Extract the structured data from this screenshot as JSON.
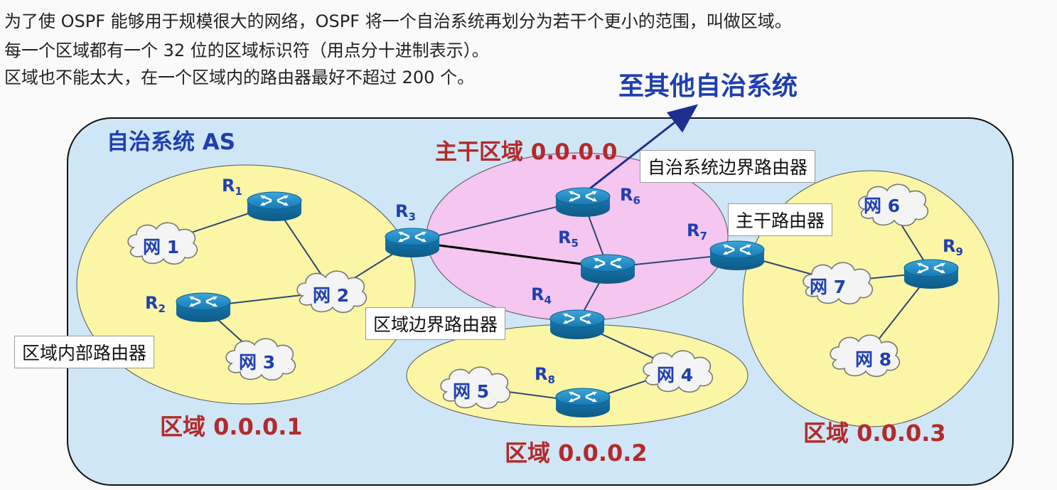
{
  "intro": {
    "line1": "为了使 OSPF 能够用于规模很大的网络，OSPF 将一个自治系统再划分为若干个更小的范围，叫做区域。",
    "line2": "每一个区域都有一个 32 位的区域标识符（用点分十进制表示）。",
    "line3": "区域也不能太大，在一个区域内的路由器最好不超过 200 个。"
  },
  "diagram": {
    "to_other_as": "至其他自治系统",
    "as_title": "自治系统 AS",
    "backbone_title": "主干区域 0.0.0.0",
    "area1_title": "区域 0.0.0.1",
    "area2_title": "区域 0.0.0.2",
    "area3_title": "区域 0.0.0.3",
    "callouts": {
      "asbr": "自治系统边界路由器",
      "backbone_router": "主干路由器",
      "abr": "区域边界路由器",
      "internal_router": "区域内部路由器"
    },
    "routers": [
      {
        "id": "R1",
        "letter": "R",
        "sub": "1"
      },
      {
        "id": "R2",
        "letter": "R",
        "sub": "2"
      },
      {
        "id": "R3",
        "letter": "R",
        "sub": "3"
      },
      {
        "id": "R4",
        "letter": "R",
        "sub": "4"
      },
      {
        "id": "R5",
        "letter": "R",
        "sub": "5"
      },
      {
        "id": "R6",
        "letter": "R",
        "sub": "6"
      },
      {
        "id": "R7",
        "letter": "R",
        "sub": "7"
      },
      {
        "id": "R8",
        "letter": "R",
        "sub": "8"
      },
      {
        "id": "R9",
        "letter": "R",
        "sub": "9"
      }
    ],
    "networks": [
      "网 1",
      "网 2",
      "网 3",
      "网 4",
      "网 5",
      "网 6",
      "网 7",
      "网 8"
    ]
  },
  "colors": {
    "as_fill": "#cfe6f6",
    "area_fill": "#fbf5a6",
    "backbone_fill": "#f4c6f0",
    "router_blue": "#1f8bc4",
    "title_red": "#b22a2a",
    "title_blue": "#1f3fb0",
    "arrow": "#1f2f8f"
  },
  "icons": [
    "router-icon",
    "cloud-icon",
    "arrow-icon"
  ]
}
